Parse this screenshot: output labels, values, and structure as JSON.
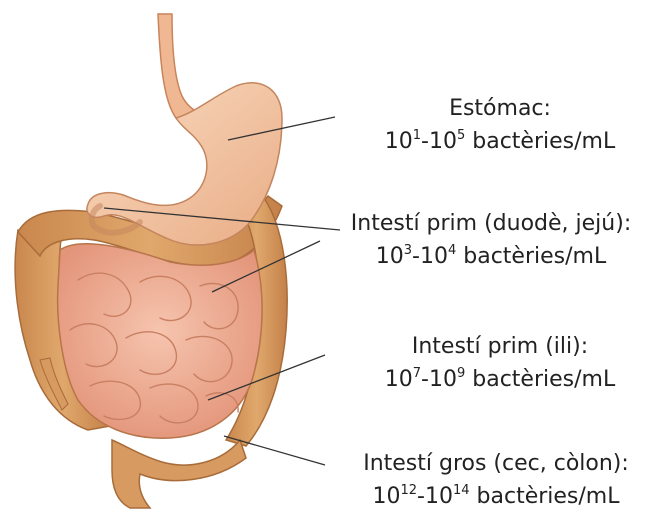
{
  "labels": [
    {
      "title": "Estómac:",
      "base_a": "10",
      "exp_a": "1",
      "base_b": "-10",
      "exp_b": "5",
      "unit": " bactèries/mL"
    },
    {
      "title": "Intestí prim (duodè, jejú):",
      "base_a": "10",
      "exp_a": "3",
      "base_b": "-10",
      "exp_b": "4",
      "unit": " bactèries/mL"
    },
    {
      "title": "Intestí prim (ili):",
      "base_a": "10",
      "exp_a": "7",
      "base_b": "-10",
      "exp_b": "9",
      "unit": " bactèries/mL"
    },
    {
      "title": "Intestí gros (cec, còlon):",
      "base_a": "10",
      "exp_a": "12",
      "base_b": "-10",
      "exp_b": "14",
      "unit": " bactèries/mL"
    }
  ],
  "colors": {
    "esophagus": "#efb590",
    "stomach": "#f3c9a6",
    "small_intestine": "#eaa88c",
    "large_intestine": "#d4975c",
    "outline": "#b8744a",
    "leader_line": "#333333"
  }
}
